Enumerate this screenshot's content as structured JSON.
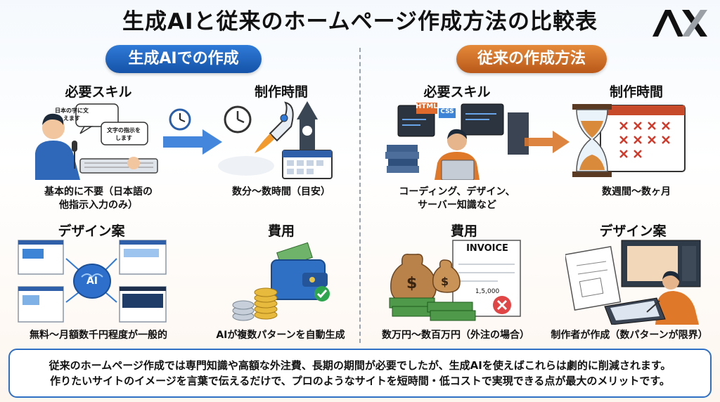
{
  "title": "生成AIと従来のホームページ作成方法の比較表",
  "logo_text": "AX",
  "left": {
    "header": "生成AIでの作成",
    "skill_label": "必要スキル",
    "skill_bubble_1": "日本の字に文えます",
    "skill_bubble_2": "文字の指示をします",
    "skill_caption_1": "基本的に不要（日本語の",
    "skill_caption_2": "他指示入力のみ）",
    "time_label": "制作時間",
    "time_caption": "数分〜数時間（目安）",
    "design_label": "デザイン案",
    "design_ai_text": "AI",
    "design_caption": "無料〜月額数千円程度が一般的",
    "cost_label": "費用",
    "cost_caption": "AIが複数パターンを自動生成"
  },
  "right": {
    "header": "従来の作成方法",
    "skill_label": "必要スキル",
    "skill_html": "HTML",
    "skill_css": "CSS",
    "skill_caption_1": "コーディング、デザイン、",
    "skill_caption_2": "サーバー知識など",
    "time_label": "制作時間",
    "time_caption": "数週間〜数ヶ月",
    "cost_label": "費用",
    "cost_invoice": "INVOICE",
    "cost_amount": "1,5,000",
    "cost_caption": "数万円〜数百万円（外注の場合）",
    "design_label": "デザイン案",
    "design_caption": "制作者が作成（数パターンが限界）"
  },
  "summary": {
    "line1": "従来のホームページ作成では専門知識や高額な外注費、長期の期間が必要でしたが、生成AIを使えばこれらは劇的に削減されます。",
    "line2": "作りたいサイトのイメージを言葉で伝えるだけで、プロのようなサイトを短時間・低コストで実現できる点が最大のメリットです。"
  },
  "colors": {
    "ai_blue": "#1f64c0",
    "trad_orange": "#c9661f",
    "summary_border": "#2f6fc4"
  }
}
